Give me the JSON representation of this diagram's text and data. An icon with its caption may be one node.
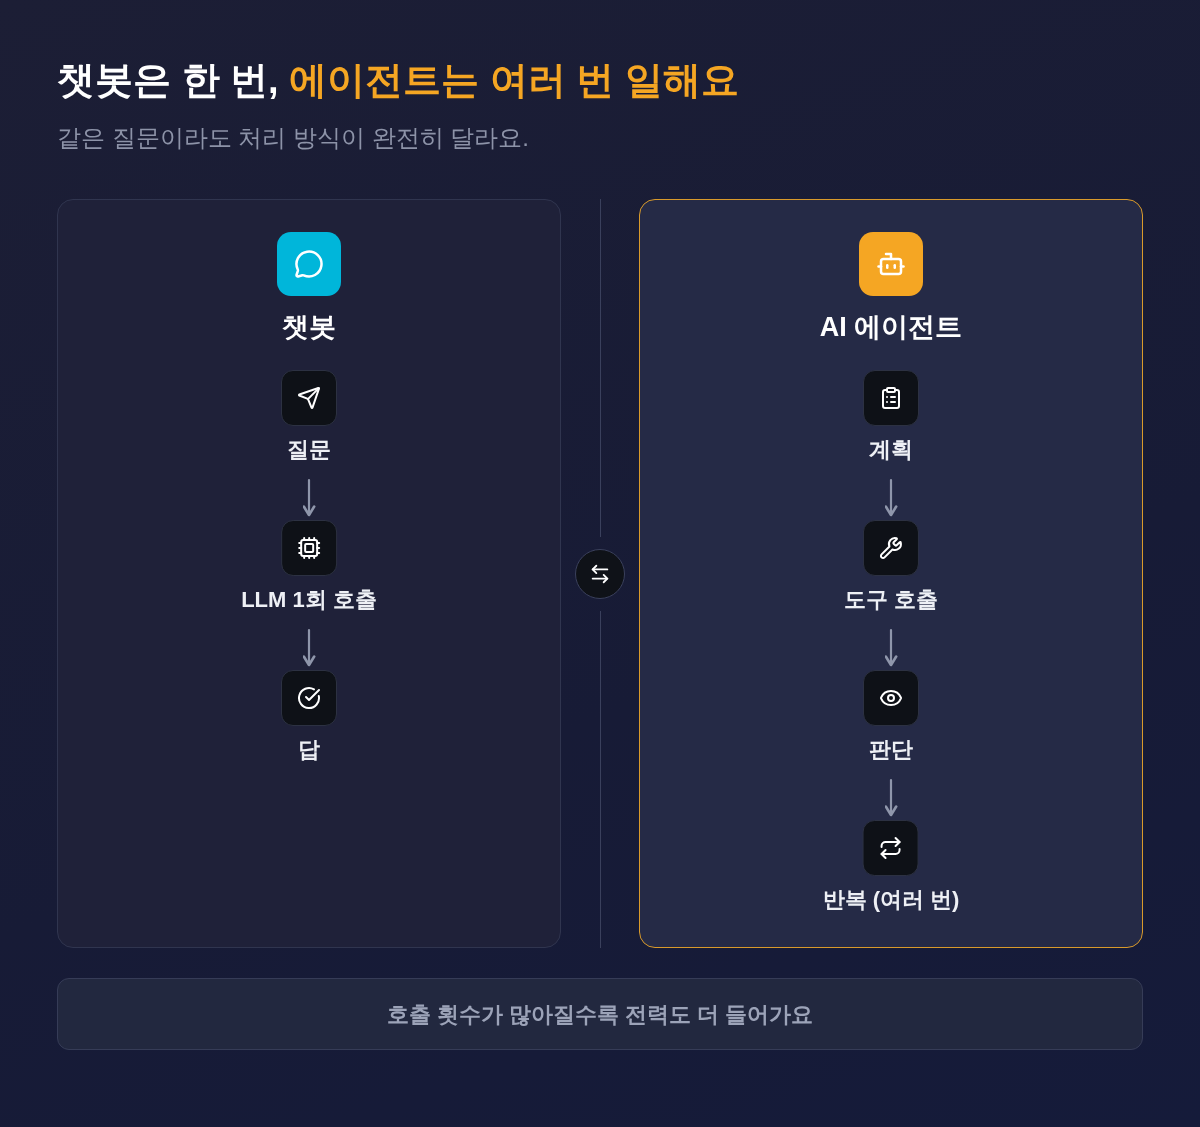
{
  "diagram": {
    "title": "챗봇은 한 번, **에이전트는 여러 번 일해요**",
    "nodes": [
      {
        "text": [
          "챗봇"
        ]
      },
      {
        "text": [
          "질문"
        ],
        "in": 0
      },
      {
        "text": [
          "LLM 1회 호출"
        ],
        "in": 0
      },
      {
        "text": [
          "답"
        ],
        "in": 0
      },
      {
        "text": [
          "AI 에이전트"
        ]
      },
      {
        "text": [
          "계획"
        ],
        "in": 4
      },
      {
        "text": [
          "도구 호출"
        ],
        "in": 4
      },
      {
        "text": [
          "판단"
        ],
        "in": 4
      },
      {
        "text": [
          "반복 (여러 번)"
        ],
        "in": 4
      },
      {
        "text": [
          "호출 횟수가 많아질수록 전력도 더 들어가요"
        ]
      }
    ],
    "edges": [
      {
        "from": 1,
        "to": 2,
        "arrow": "to"
      },
      {
        "from": 2,
        "to": 3,
        "arrow": "to"
      },
      {
        "from": 5,
        "to": 6,
        "arrow": "to"
      },
      {
        "from": 6,
        "to": 7,
        "arrow": "to"
      },
      {
        "from": 7,
        "to": 8,
        "arrow": "to"
      }
    ],
    "labels": [
      "같은 질문이라도 처리 방식이 완전히 달라요."
    ]
  }
}
